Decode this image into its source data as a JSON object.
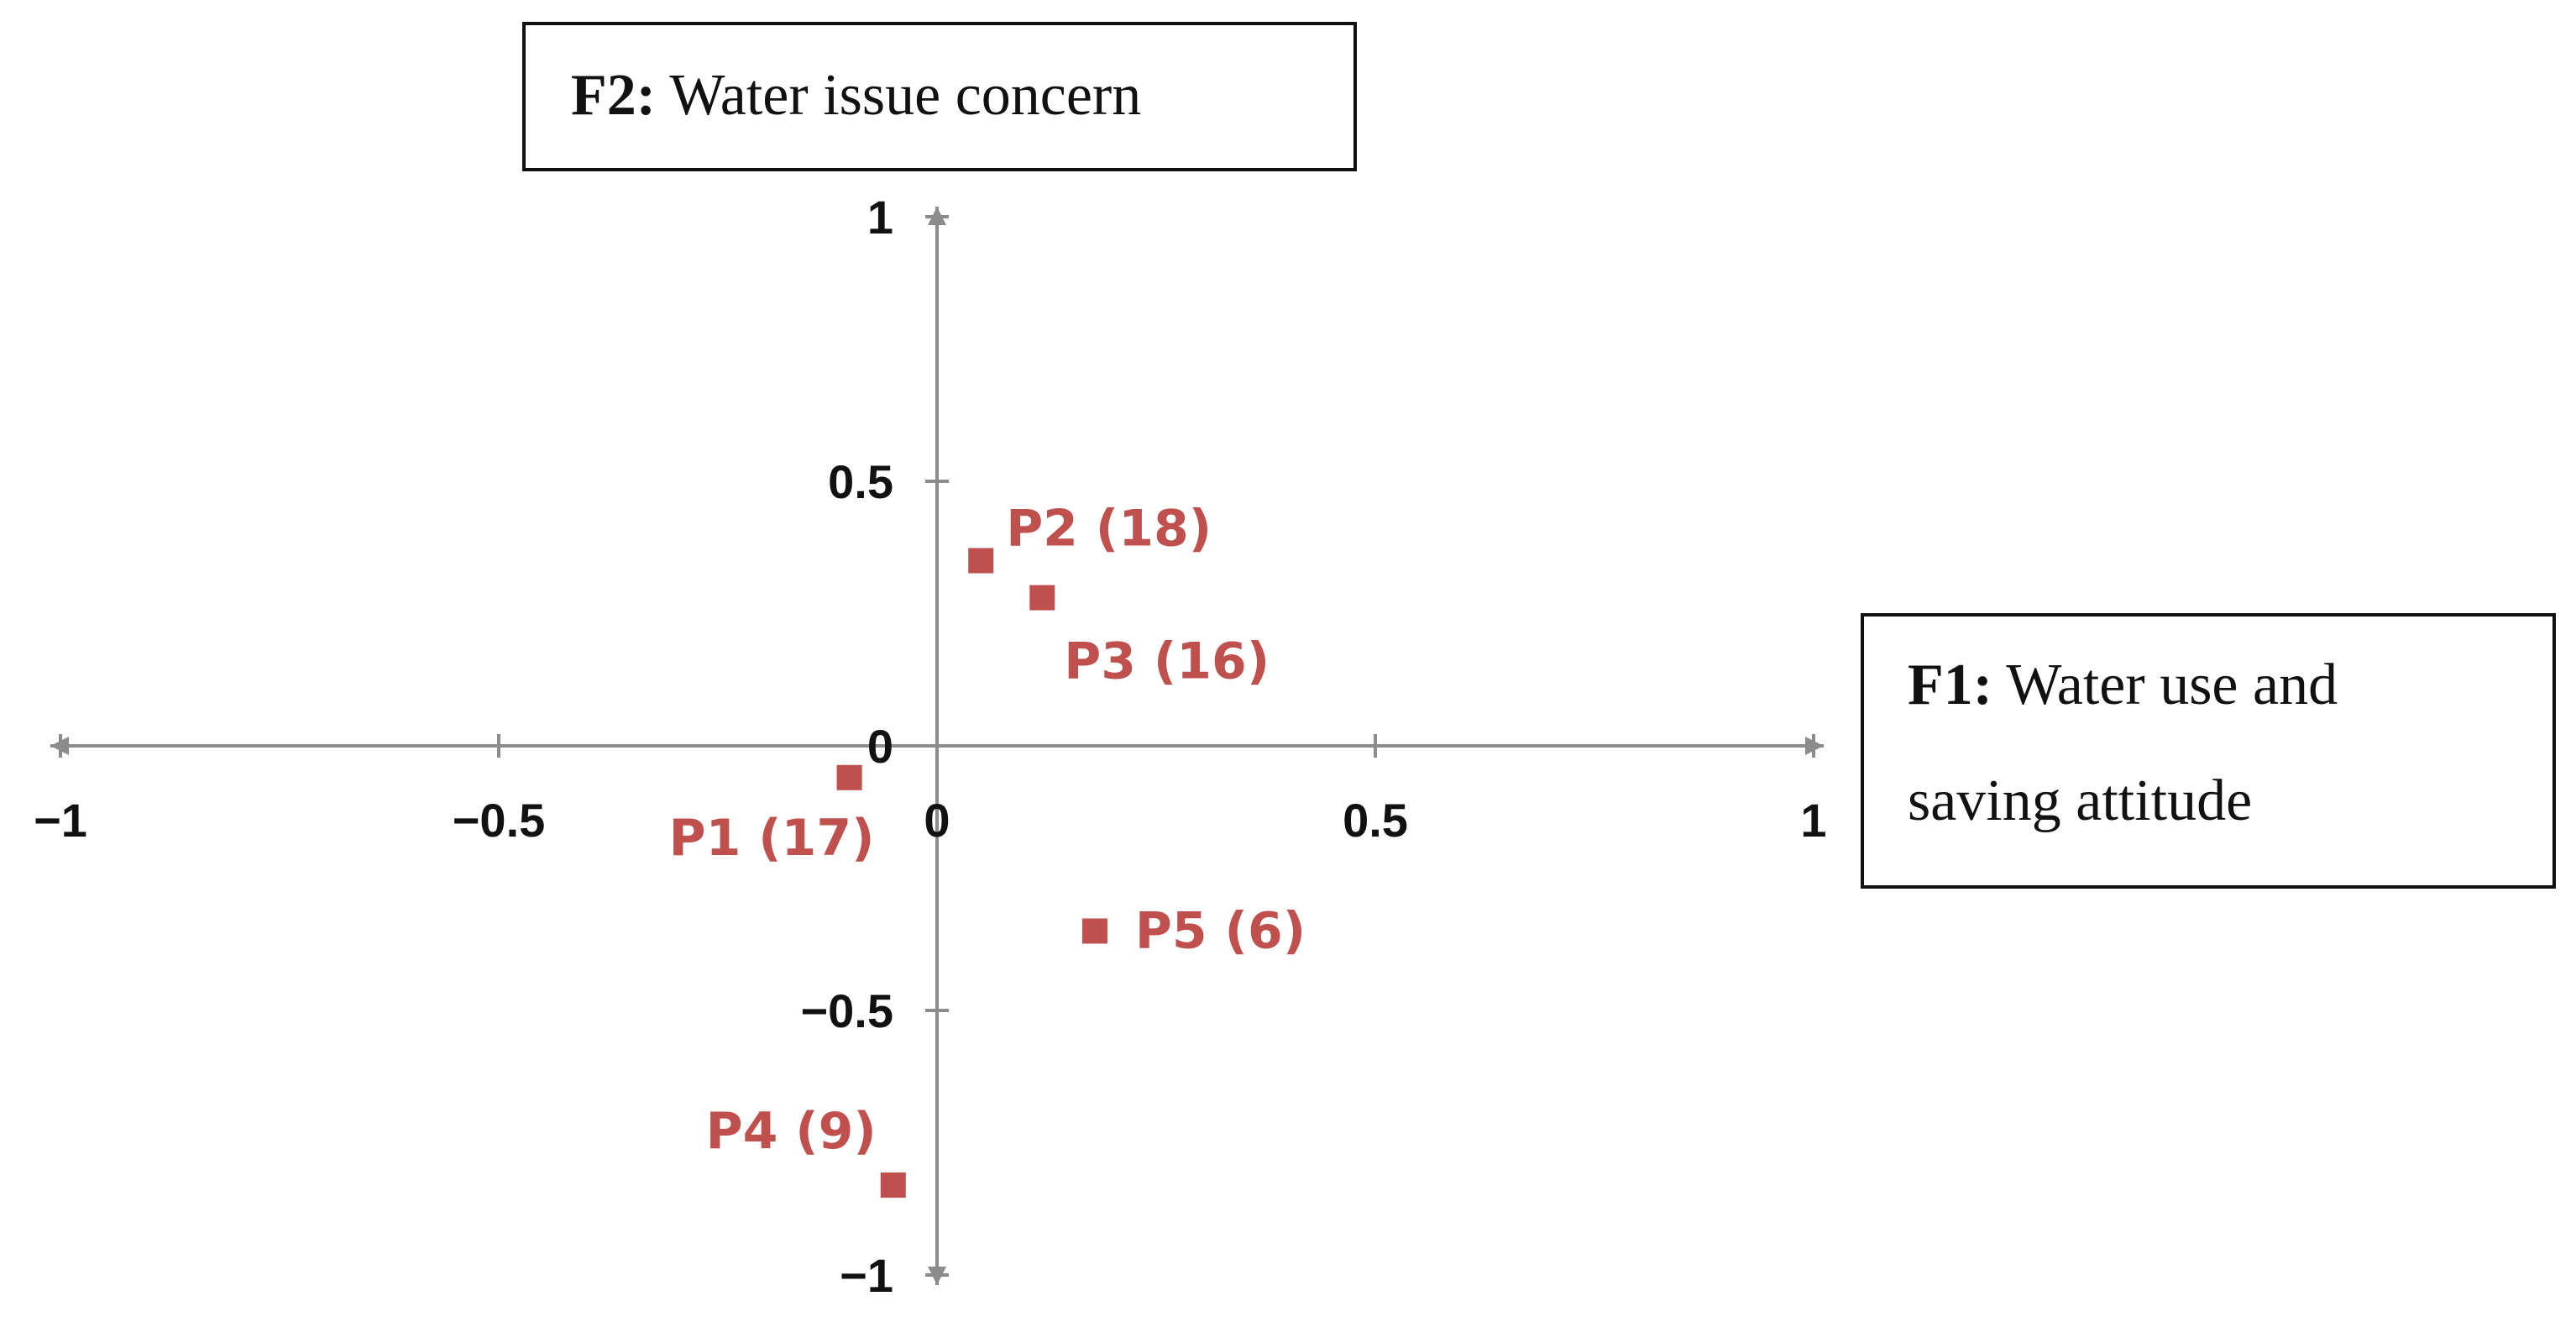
{
  "chart_data": {
    "type": "scatter",
    "xlim": [
      -1,
      1
    ],
    "ylim": [
      -1,
      1
    ],
    "grid": false,
    "x_ticks": [
      "−1",
      "−0.5",
      "0",
      "0.5",
      "1"
    ],
    "y_ticks": [
      "1",
      "0.5",
      "0",
      "−0.5",
      "−1"
    ],
    "x_axis_box": {
      "bold": "F1:",
      "lines": [
        "Water use and",
        "saving attitude"
      ]
    },
    "y_axis_box": {
      "bold": "F2:",
      "text": "Water issue concern"
    },
    "marker_color": "#c0504d",
    "axis_color": "#8c8c8c",
    "points": [
      {
        "label": "P1 (17)",
        "x": -0.1,
        "y": -0.06
      },
      {
        "label": "P2 (18)",
        "x": 0.05,
        "y": 0.35
      },
      {
        "label": "P3 (16)",
        "x": 0.12,
        "y": 0.28
      },
      {
        "label": "P4 (9)",
        "x": -0.05,
        "y": -0.83
      },
      {
        "label": "P5 (6)",
        "x": 0.18,
        "y": -0.35
      }
    ]
  }
}
